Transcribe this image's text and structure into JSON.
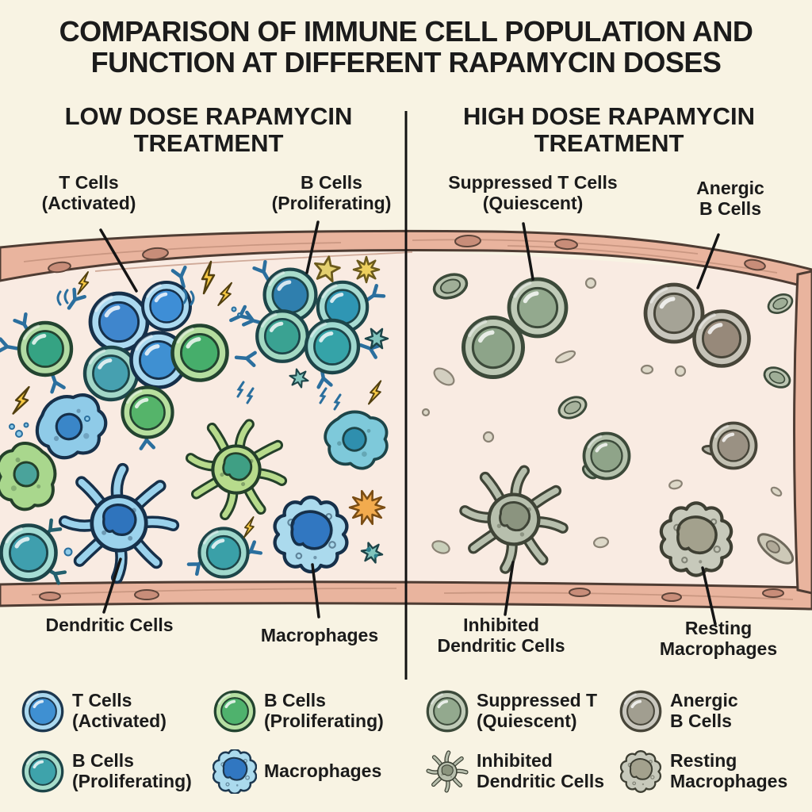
{
  "title": {
    "line1": "COMPARISON OF IMMUNE CELL POPULATION AND",
    "line2": "FUNCTION AT DIFFERENT RAPAMYCIN DOSES"
  },
  "panels": {
    "low": {
      "header_line1": "LOW DOSE RAPAMYCIN",
      "header_line2": "TREATMENT",
      "annotations": {
        "t_cells": {
          "line1": "T Cells",
          "line2": "(Activated)"
        },
        "b_cells": {
          "line1": "B Cells",
          "line2": "(Proliferating)"
        },
        "dendritic": {
          "line1": "Dendritic Cells",
          "line2": ""
        },
        "macrophages": {
          "line1": "Macrophages",
          "line2": ""
        }
      }
    },
    "high": {
      "header_line1": "HIGH DOSE RAPAMYCIN",
      "header_line2": "TREATMENT",
      "annotations": {
        "suppressed_t": {
          "line1": "Suppressed T Cells",
          "line2": "(Quiescent)"
        },
        "anergic_b": {
          "line1": "Anergic",
          "line2": "B Cells"
        },
        "inhibited_dendritic": {
          "line1": "Inhibited",
          "line2": "Dendritic Cells"
        },
        "resting_macrophages": {
          "line1": "Resting",
          "line2": "Macrophages"
        }
      }
    }
  },
  "legend": {
    "low": {
      "items": [
        {
          "icon": "t-cell-activated-icon",
          "line1": "T Cells",
          "line2": "(Activated)"
        },
        {
          "icon": "b-cell-proliferating-green-icon",
          "line1": "B Cells",
          "line2": "(Proliferating)"
        },
        {
          "icon": "b-cell-proliferating-teal-icon",
          "line1": "B Cells",
          "line2": "(Proliferating)"
        },
        {
          "icon": "macrophage-icon",
          "line1": "Macrophages",
          "line2": ""
        }
      ]
    },
    "high": {
      "items": [
        {
          "icon": "suppressed-t-cell-icon",
          "line1": "Suppressed T",
          "line2": "(Quiescent)"
        },
        {
          "icon": "anergic-b-cell-icon",
          "line1": "Anergic",
          "line2": "B Cells"
        },
        {
          "icon": "inhibited-dendritic-cell-icon",
          "line1": "Inhibited",
          "line2": "Dendritic Cells"
        },
        {
          "icon": "resting-macrophage-icon",
          "line1": "Resting",
          "line2": "Macrophages"
        }
      ]
    }
  },
  "palette": {
    "background": "#f8f3e3",
    "vessel_interior": "#f9ebe2",
    "vessel_wall": "#e9b49e",
    "wall_outline": "#4e3c33",
    "text": "#1b1b1b",
    "active_blue": "#3f90d2",
    "active_green": "#4fb26d",
    "active_teal": "#3ea3ab",
    "suppressed_sage": "#93a98e",
    "anergic_gray": "#a5a396",
    "bolt_yellow": "#f6c844",
    "star_orange": "#f2ab4e"
  }
}
